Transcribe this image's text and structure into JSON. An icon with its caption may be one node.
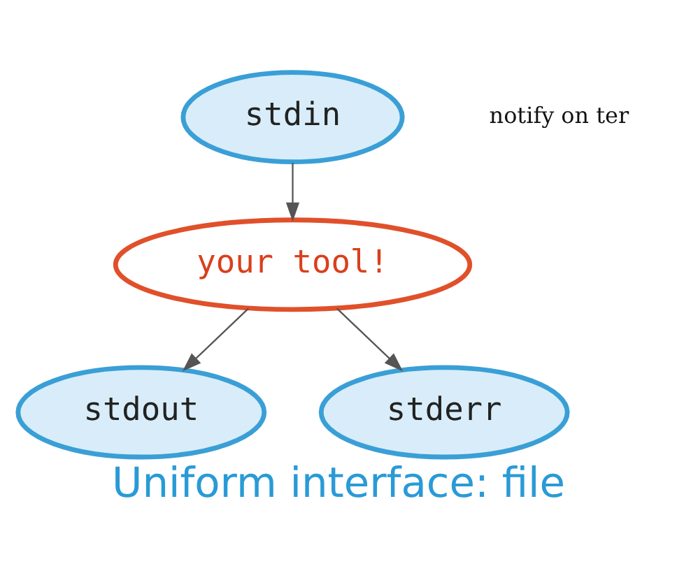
{
  "diagram": {
    "caption": "Uniform interface: file",
    "nodes": [
      {
        "text": [
          "stdin"
        ]
      },
      {
        "text": [
          "your tool!"
        ]
      },
      {
        "text": [
          "stdout"
        ]
      },
      {
        "text": [
          "stderr"
        ]
      }
    ],
    "edges": [
      {
        "from": 0,
        "to": 1,
        "arrow": "to"
      },
      {
        "from": 1,
        "to": 2,
        "arrow": "to"
      },
      {
        "from": 1,
        "to": 3,
        "arrow": "to"
      }
    ],
    "labels": [
      "notify on ter"
    ]
  }
}
